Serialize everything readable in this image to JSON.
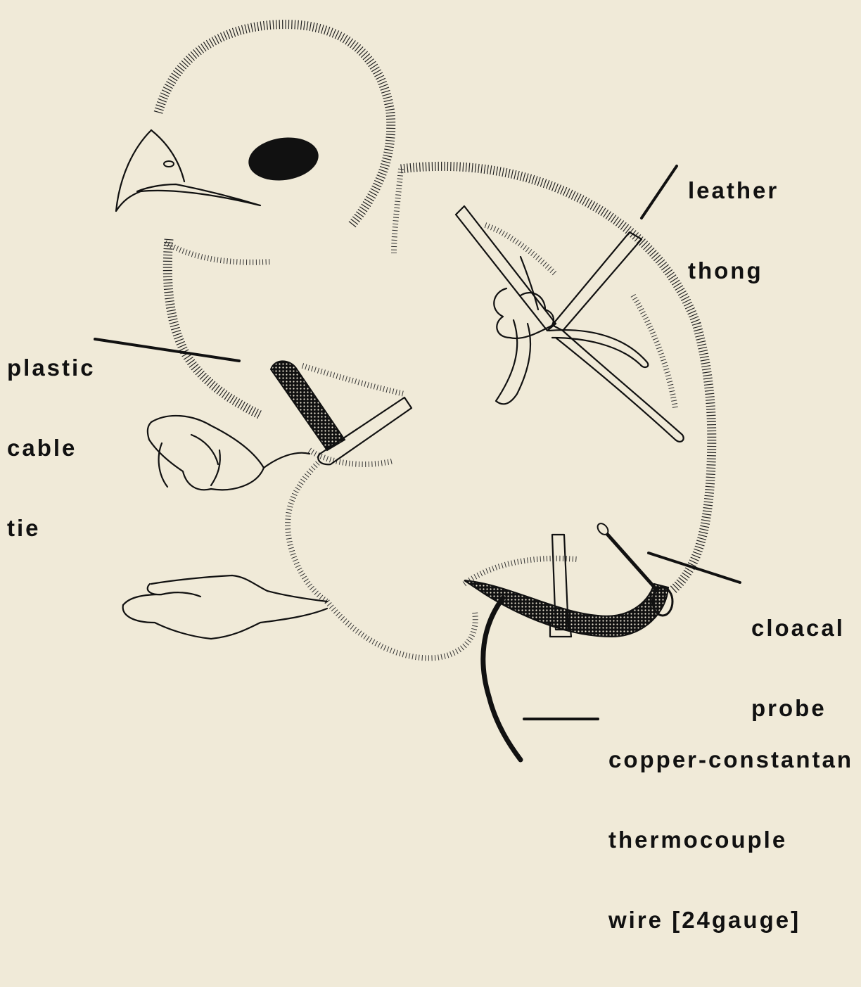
{
  "labels": {
    "leather_thong": [
      "leather",
      "thong"
    ],
    "plastic_cable_tie": [
      "plastic",
      "cable",
      "tie"
    ],
    "cloacal_probe": [
      "cloacal",
      "probe"
    ],
    "thermocouple_wire": [
      "copper-constantan",
      "thermocouple",
      "wire [24gauge]"
    ]
  },
  "colors": {
    "background": "#f0ead8",
    "ink": "#111111"
  }
}
